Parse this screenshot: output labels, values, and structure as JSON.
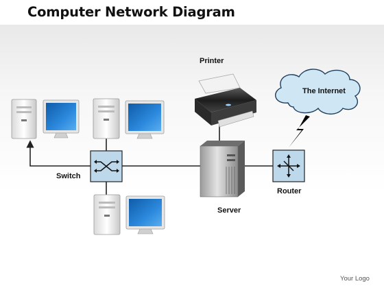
{
  "title": "Computer Network Diagram",
  "nodes": {
    "printer": "Printer",
    "internet": "The Internet",
    "switch": "Switch",
    "server": "Server",
    "router": "Router"
  },
  "footer": {
    "logo": "Your Logo"
  },
  "colors": {
    "node_fill": "#bcd8ea",
    "cloud_fill": "#cfe6f4",
    "screen": "#1a6fc0",
    "line": "#222222"
  }
}
